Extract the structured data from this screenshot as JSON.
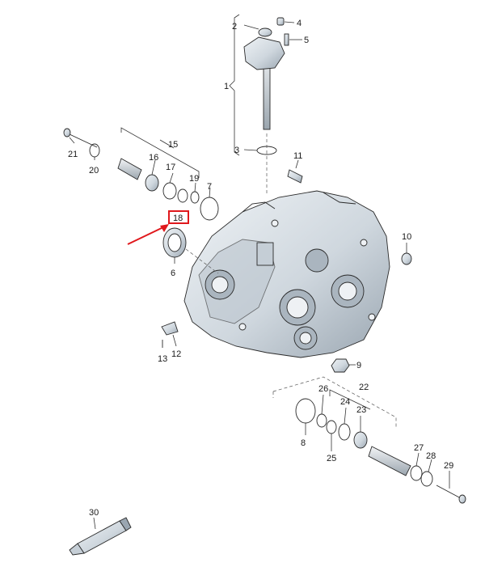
{
  "diagram": {
    "labels": {
      "p1": "1",
      "p2": "2",
      "p3": "3",
      "p4": "4",
      "p5": "5",
      "p6": "6",
      "p7": "7",
      "p8": "8",
      "p9": "9",
      "p10": "10",
      "p11": "11",
      "p12": "12",
      "p13": "13",
      "p15": "15",
      "p16": "16",
      "p17": "17",
      "p18": "18",
      "p19": "19",
      "p20": "20",
      "p21": "21",
      "p22": "22",
      "p23": "23",
      "p24": "24",
      "p25": "25",
      "p26": "26",
      "p27": "27",
      "p28": "28",
      "p29": "29",
      "p30": "30"
    },
    "highlight": {
      "part": "18",
      "color": "#e0181c"
    },
    "colors": {
      "part_fill": "#d8dfe6",
      "part_shade": "#a9b4be",
      "line": "#2a2a2a"
    }
  }
}
